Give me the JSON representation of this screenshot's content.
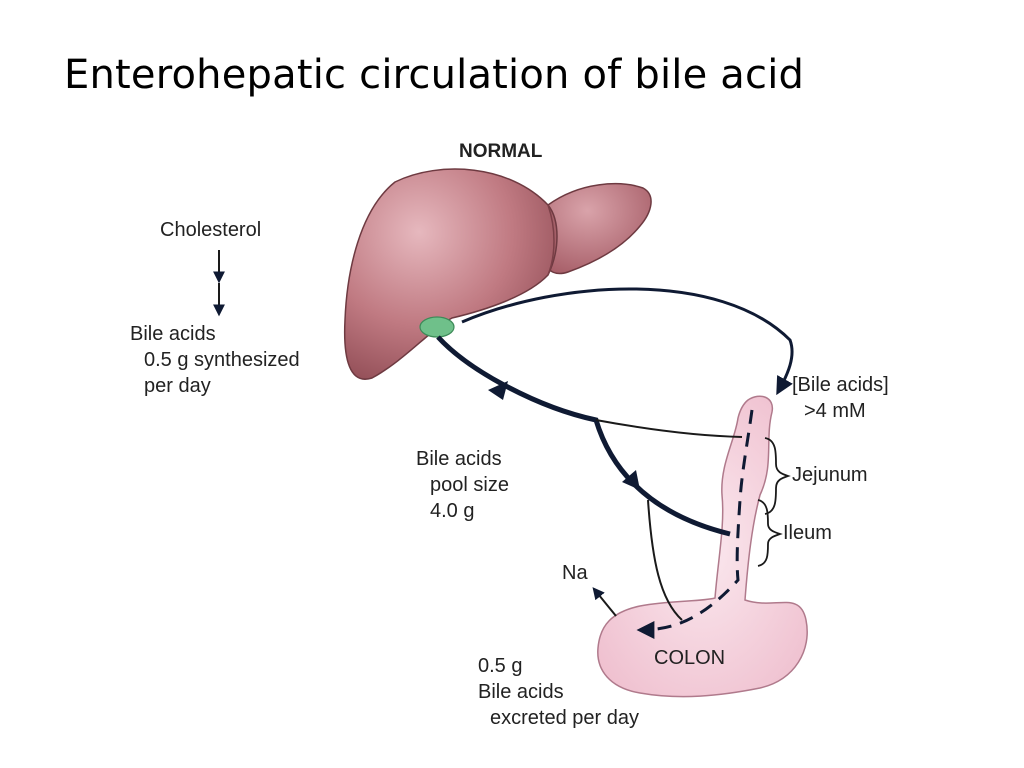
{
  "title": "Enterohepatic circulation of bile acid",
  "diagram": {
    "heading": "NORMAL",
    "cholesterol": "Cholesterol",
    "synthesis": {
      "line1": "Bile acids",
      "line2": "0.5 g synthesized",
      "line3": "per day"
    },
    "pool": {
      "line1": "Bile acids",
      "line2": "pool size",
      "line3": "4.0 g"
    },
    "concentration": {
      "line1": "[Bile acids]",
      "line2": ">4 mM"
    },
    "jejunum": "Jejunum",
    "ileum": "Ileum",
    "sodium": "Na",
    "colon": "COLON",
    "excretion": {
      "line1": "0.5 g",
      "line2": "Bile acids",
      "line3": "excreted per day"
    }
  },
  "colors": {
    "liver": "#b86a73",
    "gallbladder": "#6fc08a",
    "intestine": "#f6d6e0",
    "arrow": "#0f1a33"
  }
}
